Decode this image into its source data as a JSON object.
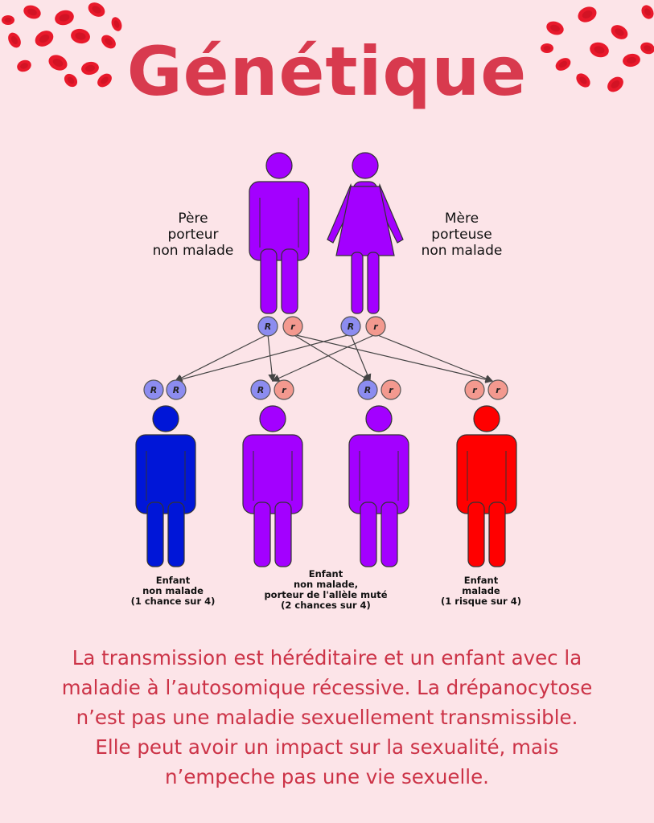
{
  "title": "Génétique",
  "colors": {
    "title": "#d83a4e",
    "carrier": "#a300ff",
    "healthy": "#0016d8",
    "sick": "#ff0000",
    "allele_R": "#8c8cf0",
    "allele_r": "#f3998f",
    "blood_cell": "#e8192b"
  },
  "father": {
    "lines": [
      "Père",
      "porteur",
      "non malade"
    ],
    "alleles": [
      "R",
      "r"
    ]
  },
  "mother": {
    "lines": [
      "Mère",
      "porteuse",
      "non malade"
    ],
    "alleles": [
      "R",
      "r"
    ]
  },
  "children": [
    {
      "alleles": [
        "R",
        "R"
      ],
      "status": "healthy"
    },
    {
      "alleles": [
        "R",
        "r"
      ],
      "status": "carrier"
    },
    {
      "alleles": [
        "R",
        "r"
      ],
      "status": "carrier"
    },
    {
      "alleles": [
        "r",
        "r"
      ],
      "status": "sick"
    }
  ],
  "child_labels": {
    "healthy": [
      "Enfant",
      "non malade",
      "(1 chance sur 4)"
    ],
    "carrier": [
      "Enfant",
      "non malade,",
      "porteur de l'allèle muté",
      "(2 chances sur 4)"
    ],
    "sick": [
      "Enfant",
      "malade",
      "(1 risque sur 4)"
    ]
  },
  "caption": [
    "La transmission est héréditaire et  un enfant avec la",
    "maladie à l’autosomique récessive. La drépanocytose",
    "n’est pas une maladie sexuellement transmissible.",
    "Elle peut avoir un impact sur la sexualité, mais",
    "n’empeche pas une vie sexuelle."
  ],
  "decoration": "red-blood-cells"
}
